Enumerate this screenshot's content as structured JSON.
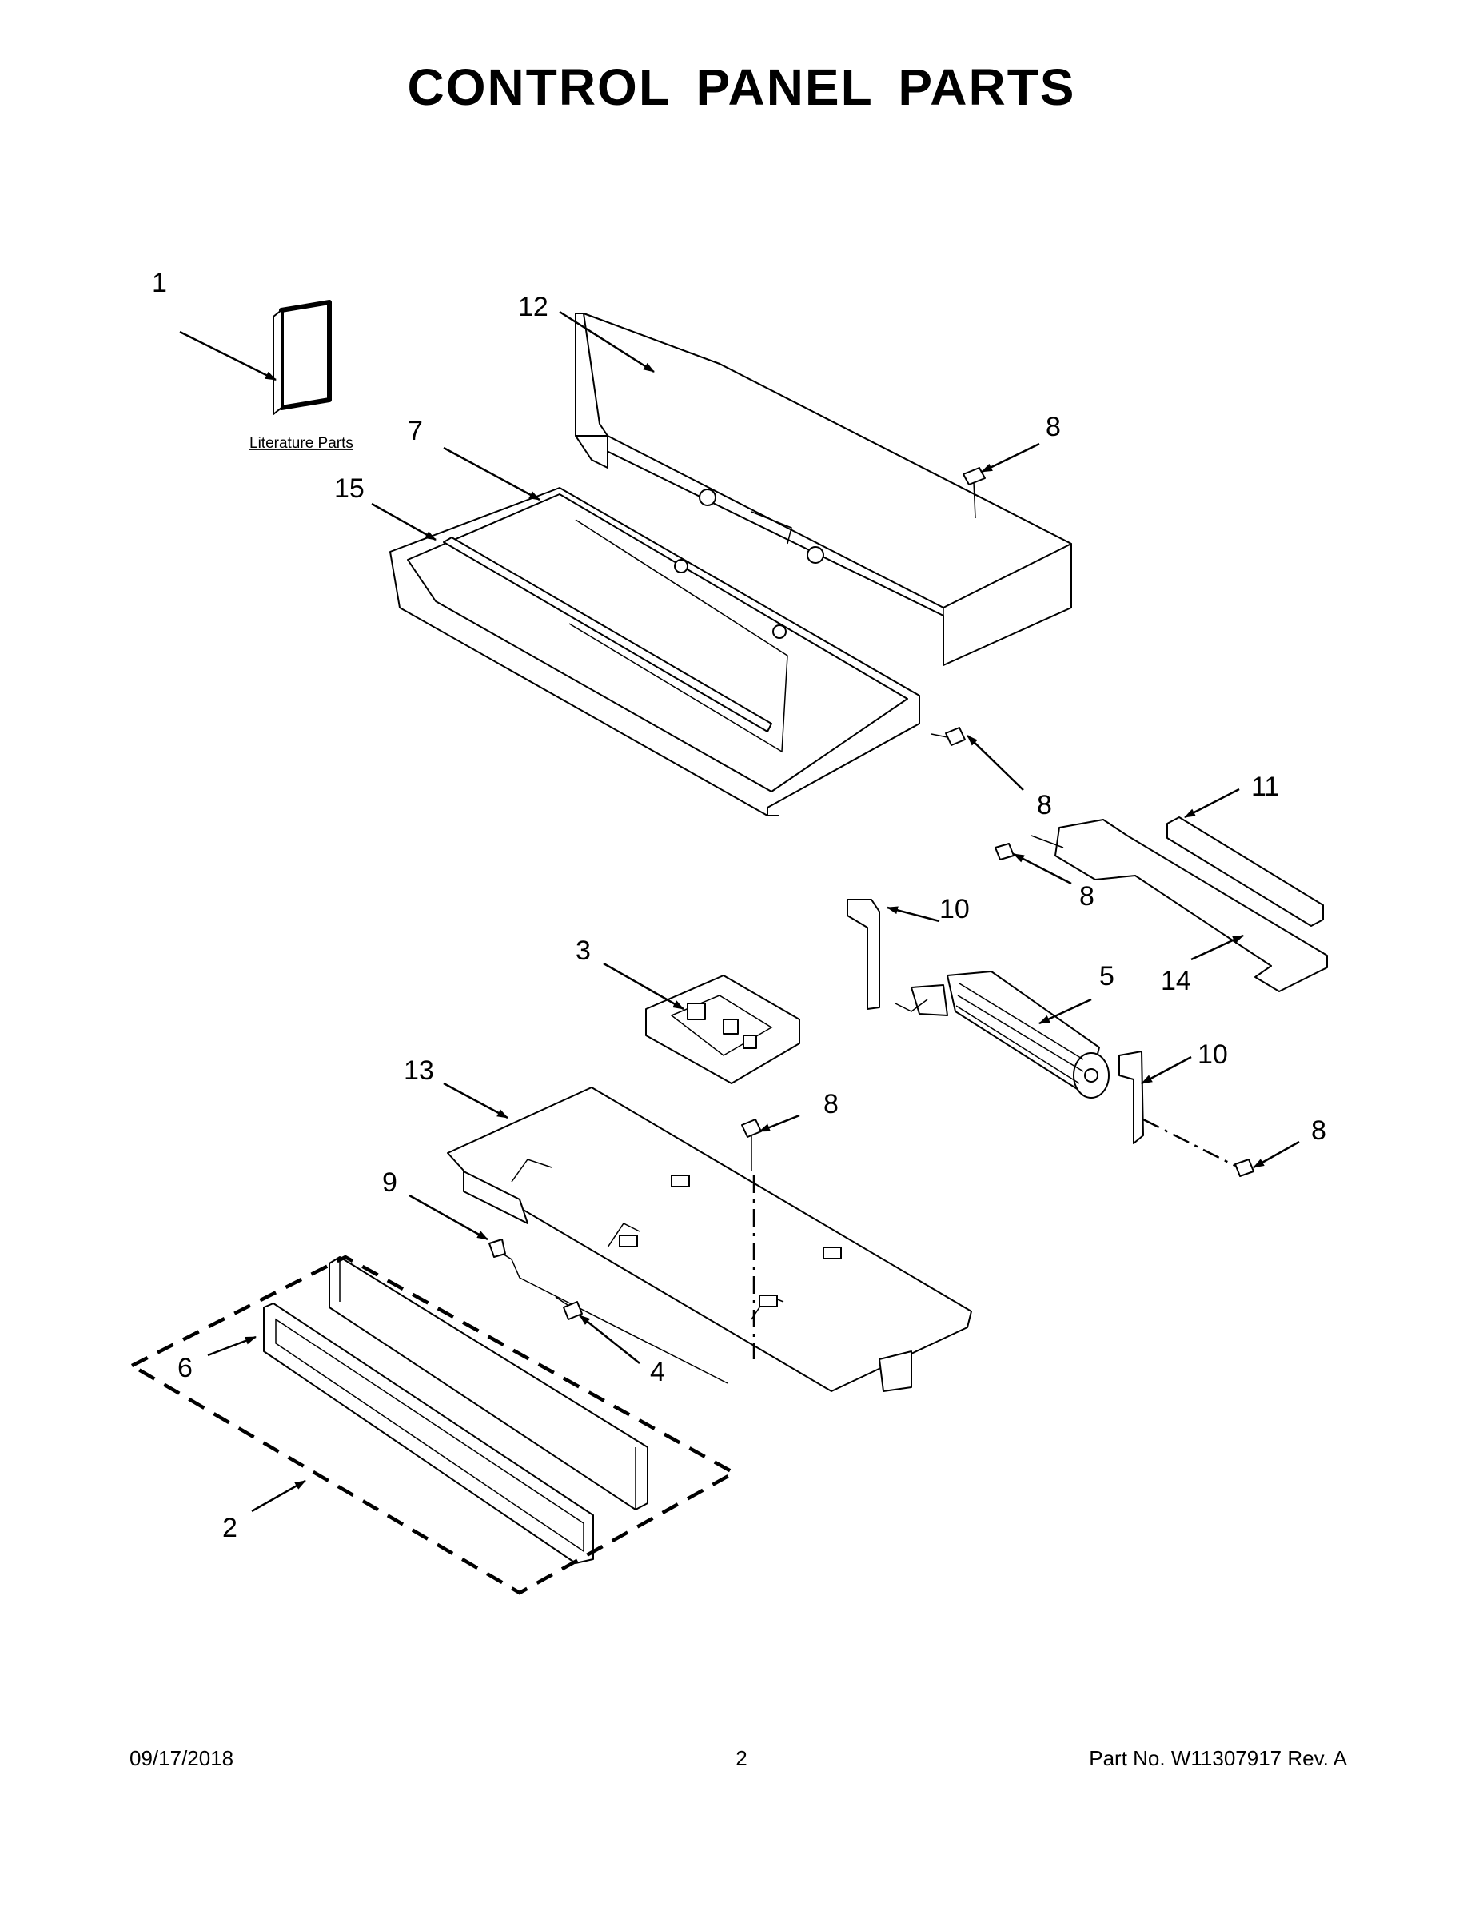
{
  "title": "CONTROL PANEL PARTS",
  "literature_label": "Literature Parts",
  "callouts": {
    "c1": "1",
    "c2": "2",
    "c3": "3",
    "c4": "4",
    "c5": "5",
    "c6": "6",
    "c7": "7",
    "c8a": "8",
    "c8b": "8",
    "c8c": "8",
    "c8d": "8",
    "c8e": "8",
    "c9": "9",
    "c10a": "10",
    "c10b": "10",
    "c11": "11",
    "c12": "12",
    "c13": "13",
    "c14": "14",
    "c15": "15"
  },
  "footer": {
    "date": "09/17/2018",
    "page": "2",
    "part": "Part No.  W11307917  Rev.  A"
  }
}
